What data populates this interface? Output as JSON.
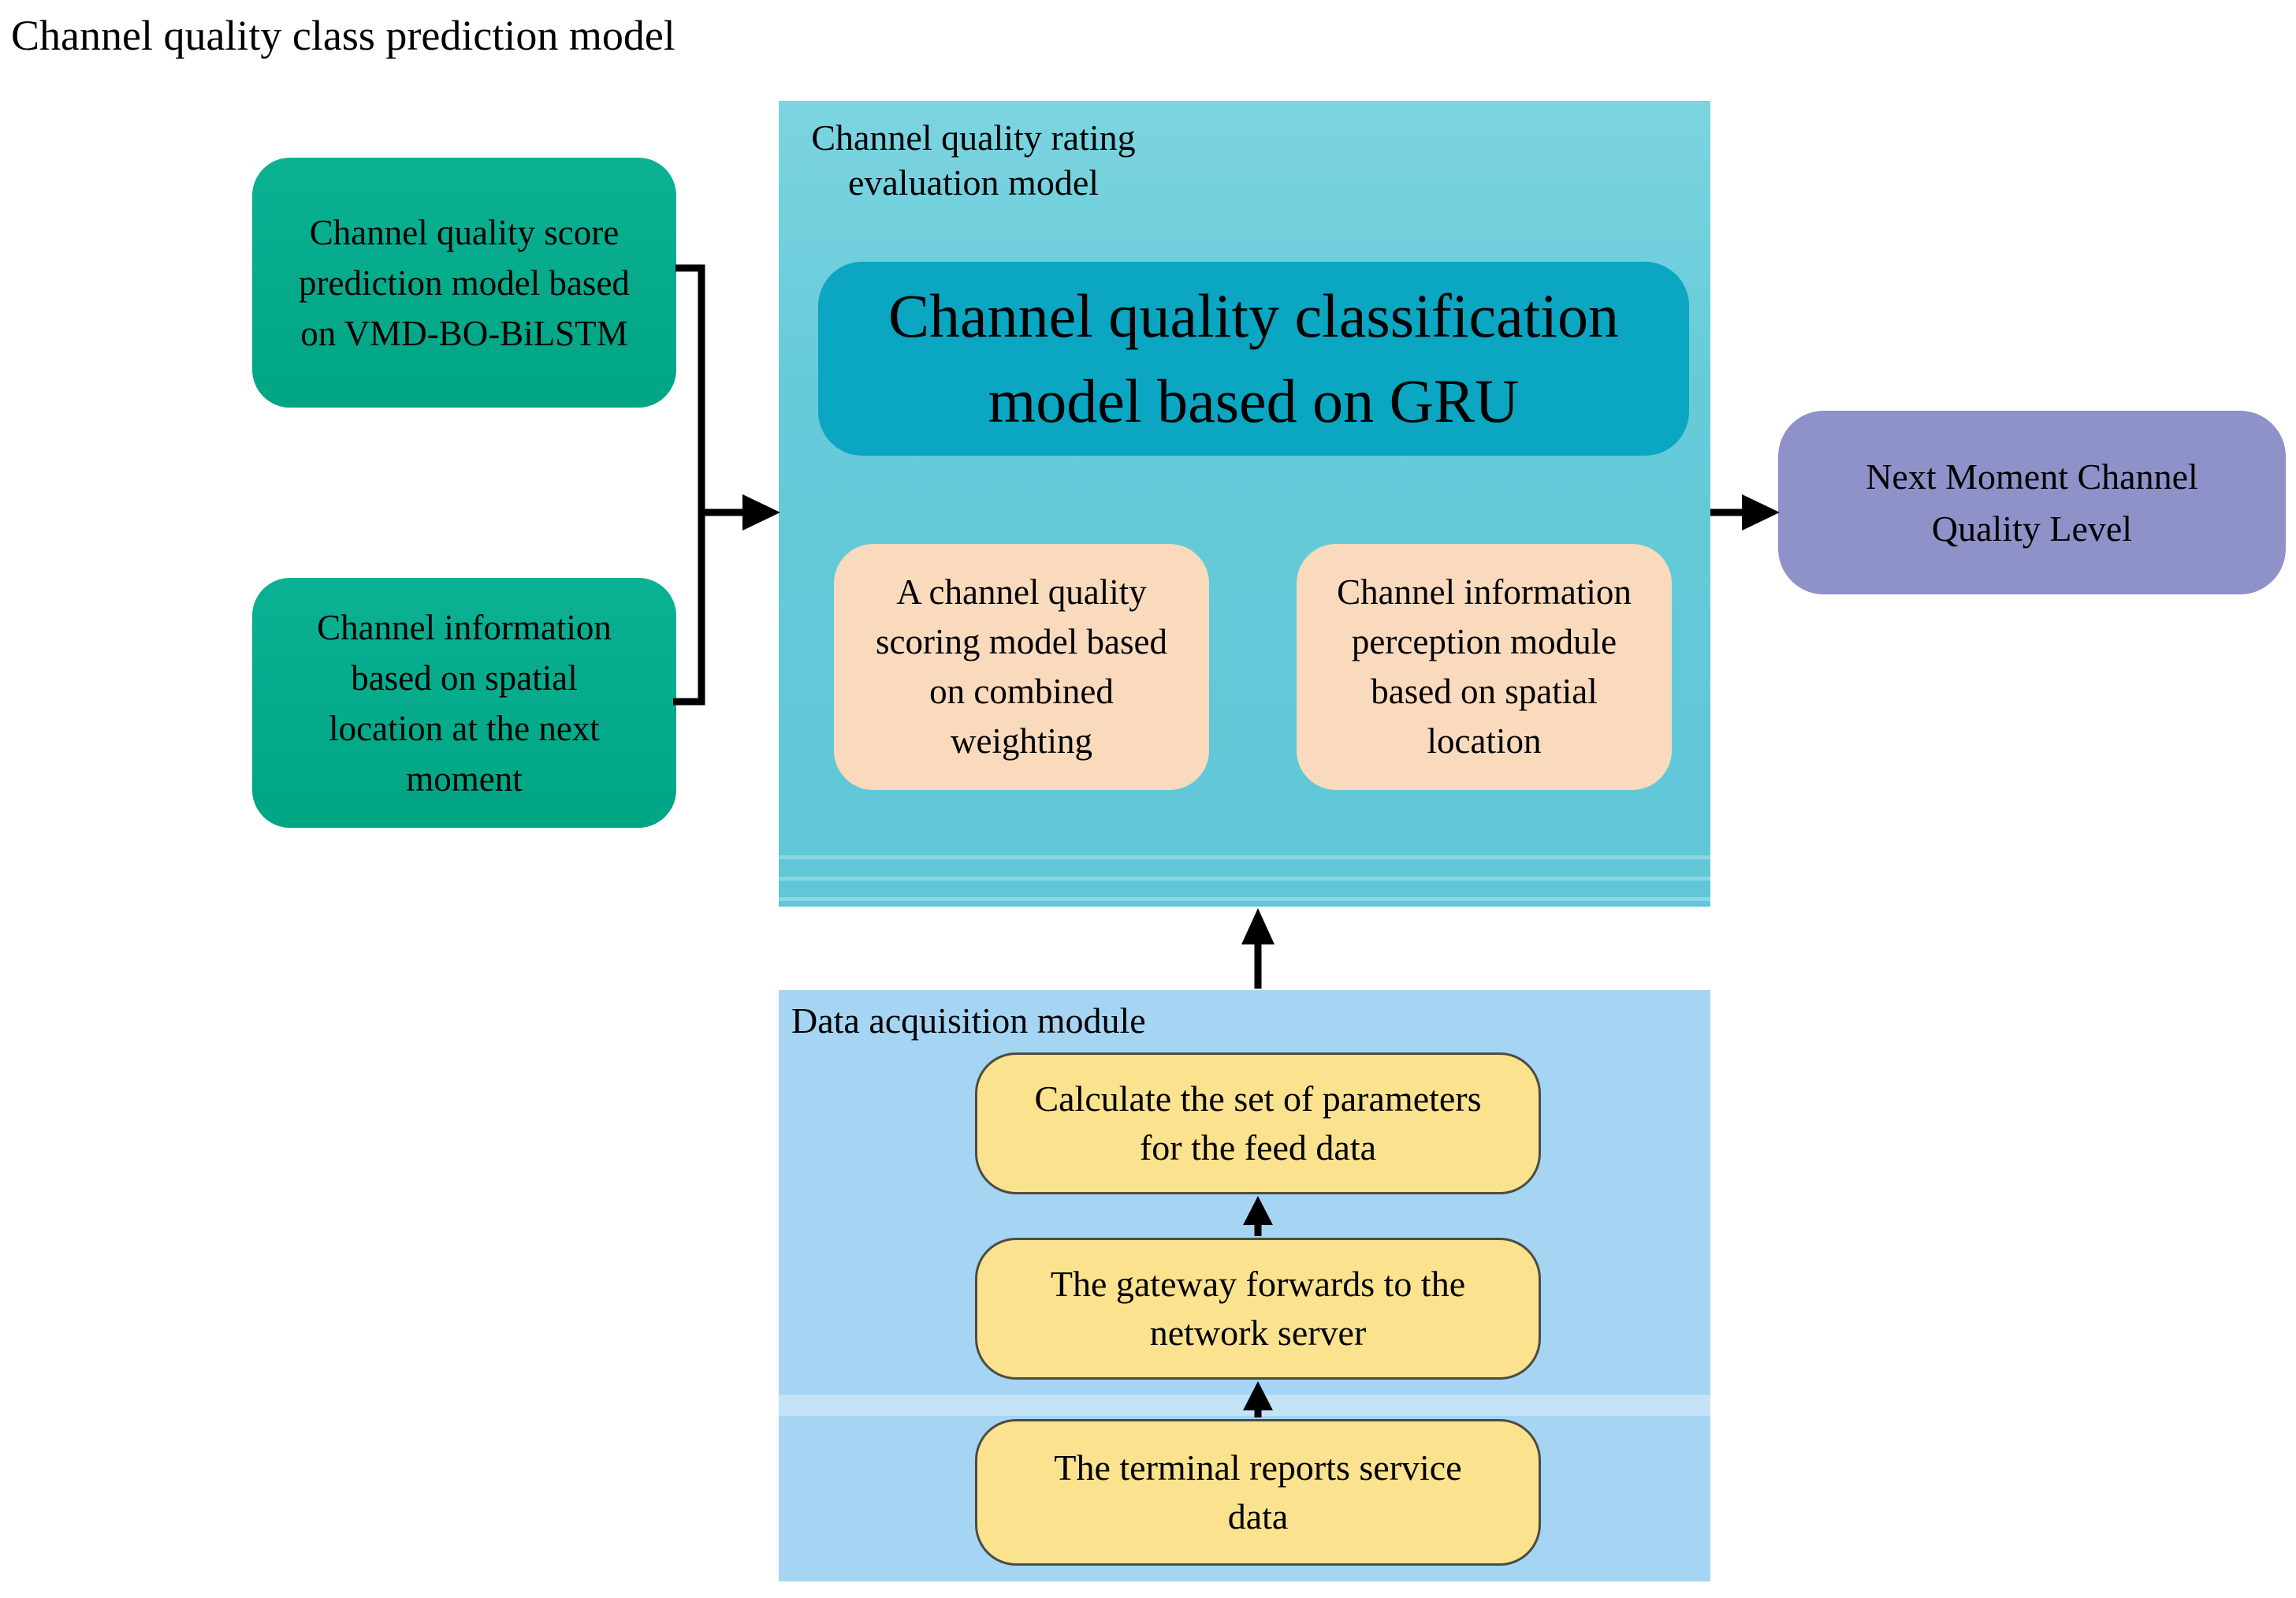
{
  "title": "Channel quality class prediction model",
  "colors": {
    "input_green": "#03a98a",
    "evaluation_panel": "#68ccd9",
    "classifier_teal": "#0aa6c2",
    "module_peach": "#f9dabd",
    "output_purple": "#8f91c9",
    "acquisition_blue": "#a5d5f3",
    "step_yellow": "#fbe28f",
    "arrow_black": "#000000"
  },
  "inputs": {
    "boxes": [
      {
        "label": "Channel quality score\nprediction model based\non VMD-BO-BiLSTM"
      },
      {
        "label": "Channel information\nbased on spatial\nlocation at the next\nmoment"
      }
    ]
  },
  "evaluation": {
    "heading": "Channel quality rating\nevaluation model",
    "classifier_label": "Channel quality classification\nmodel based on GRU",
    "modules": [
      {
        "label": "A channel quality\nscoring model based\non combined\nweighting"
      },
      {
        "label": "Channel information\nperception module\nbased on spatial\nlocation"
      }
    ]
  },
  "output": {
    "label": "Next Moment Channel\nQuality Level"
  },
  "acquisition": {
    "heading": "Data acquisition module",
    "steps": [
      {
        "label": "Calculate the set of parameters\nfor the feed data"
      },
      {
        "label": "The gateway forwards to the\nnetwork server"
      },
      {
        "label": "The terminal reports service\ndata"
      }
    ]
  }
}
